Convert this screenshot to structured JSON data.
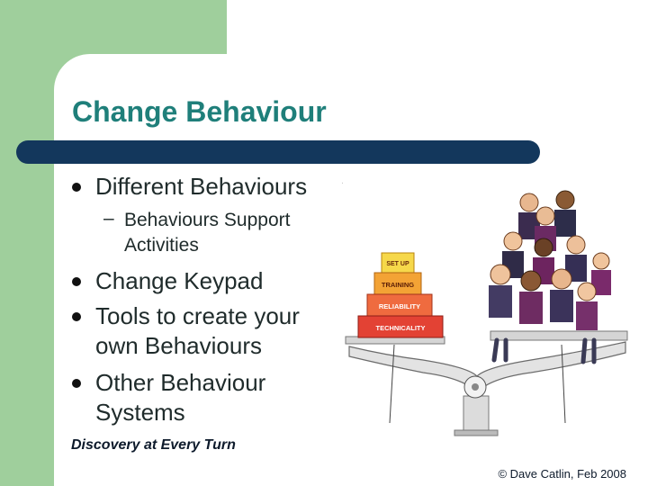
{
  "slide": {
    "title": "Change Behaviour",
    "bullets": [
      {
        "text": "Different Behaviours"
      },
      {
        "text": "Change Keypad"
      },
      {
        "text": "Tools to create your own Behaviours"
      },
      {
        "text": "Other Behaviour Systems"
      }
    ],
    "sub_bullet": {
      "dash": "–",
      "text": "Behaviours Support Activities"
    },
    "footer_left": "Discovery at Every Turn",
    "footer_right": "© Dave Catlin, Feb 2008",
    "pyramid_labels": [
      "SET UP",
      "TRAINING",
      "RELIABILITY",
      "TECHNICALITY"
    ],
    "colors": {
      "green": "#9fcf9c",
      "title": "#1f7f7a",
      "bar": "#13375c"
    }
  }
}
